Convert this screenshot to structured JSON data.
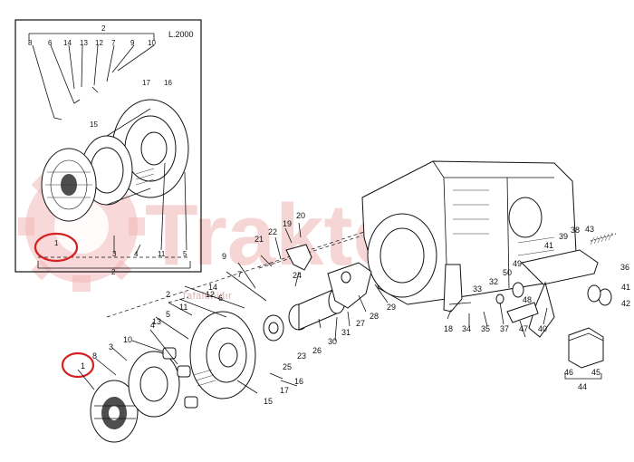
{
  "inset": {
    "title": "L.2000"
  },
  "watermark": {
    "text": "Trakter",
    "sub": "Tafalenidır"
  },
  "inset_labels": [
    {
      "id": "i8",
      "t": "8"
    },
    {
      "id": "i6",
      "t": "6"
    },
    {
      "id": "i14",
      "t": "14"
    },
    {
      "id": "i13",
      "t": "13"
    },
    {
      "id": "i12",
      "t": "12"
    },
    {
      "id": "i7",
      "t": "7"
    },
    {
      "id": "i9",
      "t": "9"
    },
    {
      "id": "i10",
      "t": "10"
    },
    {
      "id": "i2a",
      "t": "2"
    },
    {
      "id": "i17",
      "t": "17"
    },
    {
      "id": "i16",
      "t": "16"
    },
    {
      "id": "i15",
      "t": "15"
    },
    {
      "id": "i1",
      "t": "1"
    },
    {
      "id": "i3",
      "t": "3"
    },
    {
      "id": "i4",
      "t": "4"
    },
    {
      "id": "i11",
      "t": "11"
    },
    {
      "id": "i5",
      "t": "5"
    },
    {
      "id": "i2b",
      "t": "2"
    }
  ],
  "main_labels": [
    {
      "id": "m1",
      "t": "1"
    },
    {
      "id": "m2",
      "t": "2"
    },
    {
      "id": "m3",
      "t": "3"
    },
    {
      "id": "m4",
      "t": "4"
    },
    {
      "id": "m5",
      "t": "5"
    },
    {
      "id": "m6",
      "t": "6"
    },
    {
      "id": "m7",
      "t": "7"
    },
    {
      "id": "m8",
      "t": "8"
    },
    {
      "id": "m9",
      "t": "9"
    },
    {
      "id": "m10",
      "t": "10"
    },
    {
      "id": "m11",
      "t": "11"
    },
    {
      "id": "m12",
      "t": "12"
    },
    {
      "id": "m13",
      "t": "13"
    },
    {
      "id": "m14",
      "t": "14"
    },
    {
      "id": "m15",
      "t": "15"
    },
    {
      "id": "m16",
      "t": "16"
    },
    {
      "id": "m17",
      "t": "17"
    },
    {
      "id": "m18",
      "t": "18"
    },
    {
      "id": "m19",
      "t": "19"
    },
    {
      "id": "m20",
      "t": "20"
    },
    {
      "id": "m21",
      "t": "21"
    },
    {
      "id": "m22",
      "t": "22"
    },
    {
      "id": "m23",
      "t": "23"
    },
    {
      "id": "m24",
      "t": "24"
    },
    {
      "id": "m25",
      "t": "25"
    },
    {
      "id": "m26",
      "t": "26"
    },
    {
      "id": "m27",
      "t": "27"
    },
    {
      "id": "m28",
      "t": "28"
    },
    {
      "id": "m29",
      "t": "29"
    },
    {
      "id": "m30",
      "t": "30"
    },
    {
      "id": "m31",
      "t": "31"
    },
    {
      "id": "m32",
      "t": "32"
    },
    {
      "id": "m33",
      "t": "33"
    },
    {
      "id": "m34",
      "t": "34"
    },
    {
      "id": "m35",
      "t": "35"
    },
    {
      "id": "m36",
      "t": "36"
    },
    {
      "id": "m37",
      "t": "37"
    },
    {
      "id": "m38",
      "t": "38"
    },
    {
      "id": "m39",
      "t": "39"
    },
    {
      "id": "m40",
      "t": "40"
    },
    {
      "id": "m41a",
      "t": "41"
    },
    {
      "id": "m41b",
      "t": "41"
    },
    {
      "id": "m42",
      "t": "42"
    },
    {
      "id": "m43",
      "t": "43"
    },
    {
      "id": "m44",
      "t": "44"
    },
    {
      "id": "m45",
      "t": "45"
    },
    {
      "id": "m46",
      "t": "46"
    },
    {
      "id": "m47",
      "t": "47"
    },
    {
      "id": "m48",
      "t": "48"
    },
    {
      "id": "m49",
      "t": "49"
    },
    {
      "id": "m50",
      "t": "50"
    }
  ],
  "colors": {
    "highlight_circle": "#d42020",
    "watermark": "#f0b3b3",
    "line": "#111111"
  }
}
